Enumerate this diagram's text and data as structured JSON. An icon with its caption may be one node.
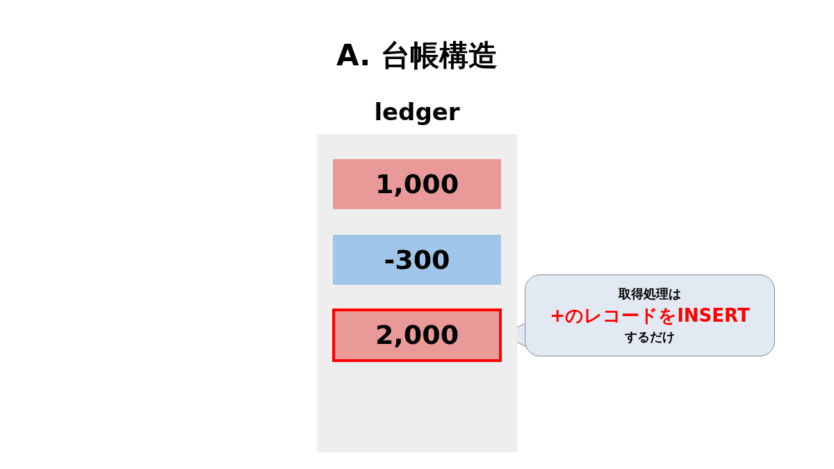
{
  "diagram": {
    "title": "A. 台帳構造",
    "nodes": [
      {
        "text": [
          "ledger"
        ]
      },
      {
        "text": [
          "1,000"
        ],
        "in": 0
      },
      {
        "text": [
          "-300"
        ],
        "in": 0
      },
      {
        "text": [
          "2,000"
        ],
        "in": 0
      },
      {
        "text": [
          "取得処理は",
          "+のレコードをINSERT",
          "するだけ"
        ]
      }
    ],
    "edges": [
      {
        "from": 4,
        "to": 3,
        "arrow": "to"
      }
    ]
  }
}
